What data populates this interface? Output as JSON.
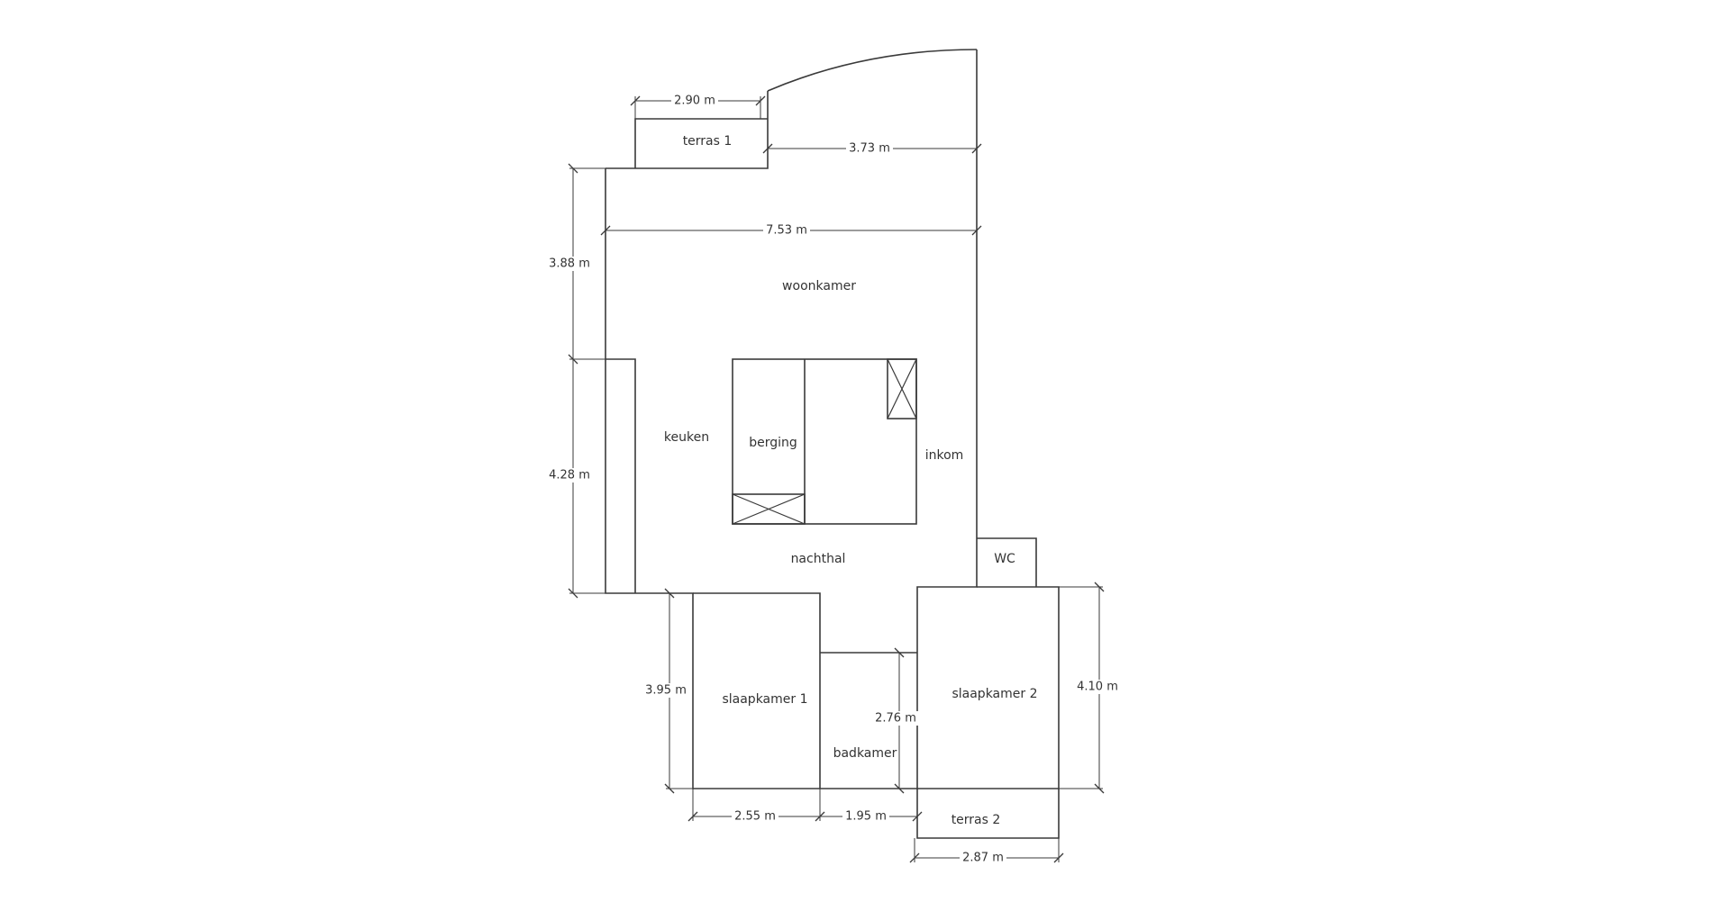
{
  "rooms": {
    "terras1": "terras 1",
    "woonkamer": "woonkamer",
    "keuken": "keuken",
    "berging": "berging",
    "inkom": "inkom",
    "nachthal": "nachthal",
    "wc": "WC",
    "slaapkamer1": "slaapkamer 1",
    "slaapkamer2": "slaapkamer 2",
    "badkamer": "badkamer",
    "terras2": "terras 2"
  },
  "dimensions": {
    "terras1_width": "2.90 m",
    "top_right_width": "3.73 m",
    "total_width": "7.53 m",
    "left_upper_height": "3.88 m",
    "left_lower_height": "4.28 m",
    "slaapkamer1_height": "3.95 m",
    "badkamer_height": "2.76 m",
    "slaapkamer2_height": "4.10 m",
    "slaapkamer1_width": "2.55 m",
    "badkamer_width": "1.95 m",
    "terras2_width": "2.87 m"
  }
}
